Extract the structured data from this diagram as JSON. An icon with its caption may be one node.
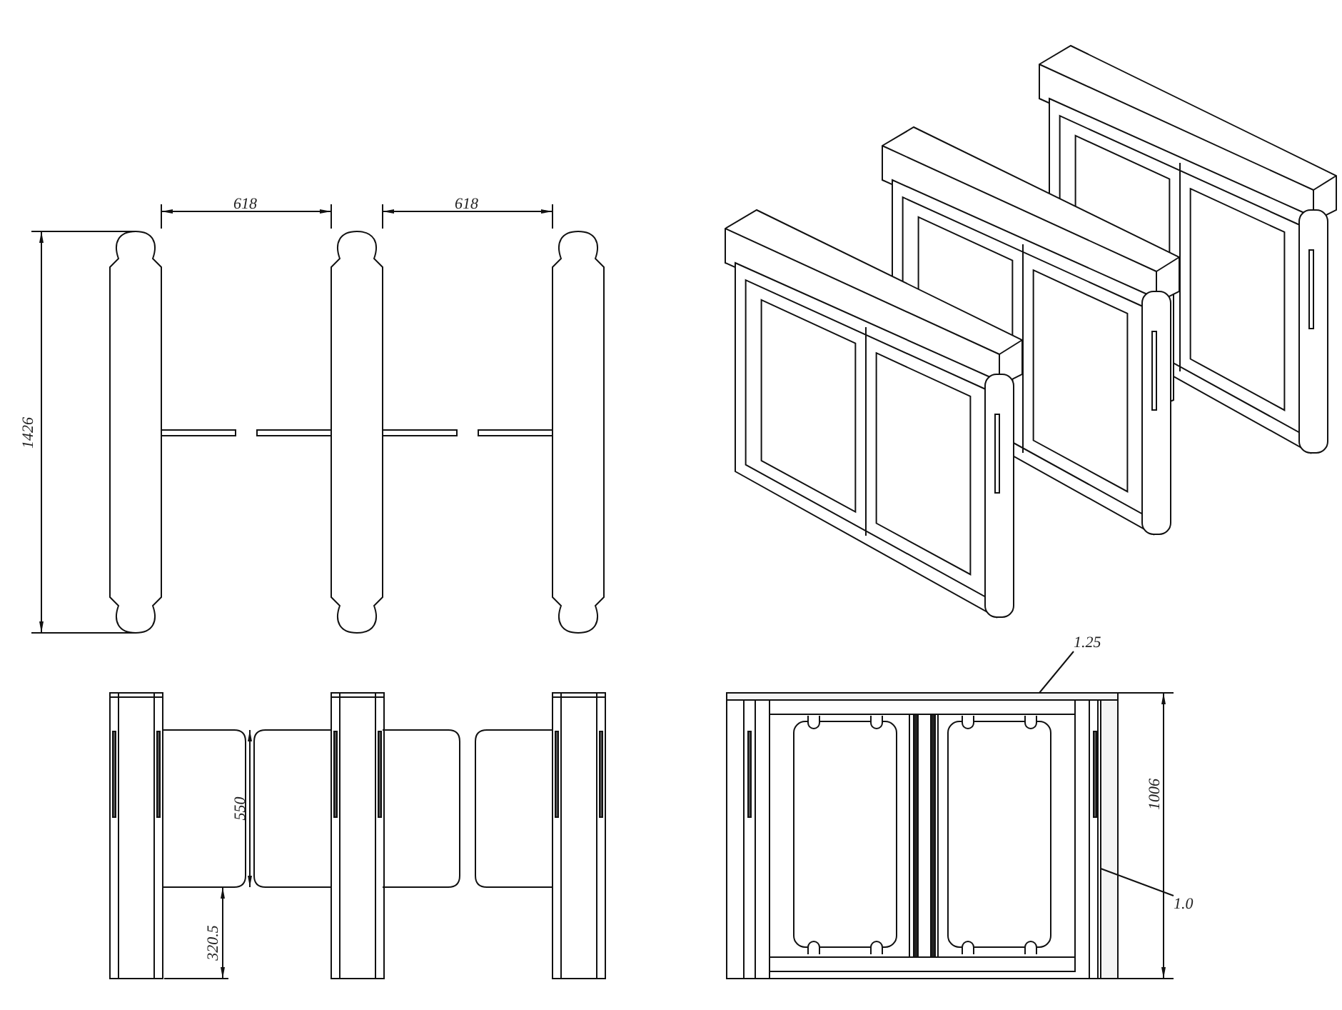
{
  "diagram": {
    "nodes": [
      {
        "text": [
          "1.25"
        ]
      },
      {
        "text": [
          "1.0"
        ]
      },
      {
        "text": [],
        "shape": "bar"
      },
      {
        "text": [],
        "shape": "bar"
      }
    ],
    "edges": [
      {
        "from": 0,
        "to": 2,
        "arrow": "none"
      },
      {
        "from": 1,
        "to": 3,
        "arrow": "none"
      }
    ],
    "labels": [
      "618",
      "618",
      "1426",
      "550",
      "320.5",
      "1006"
    ]
  }
}
